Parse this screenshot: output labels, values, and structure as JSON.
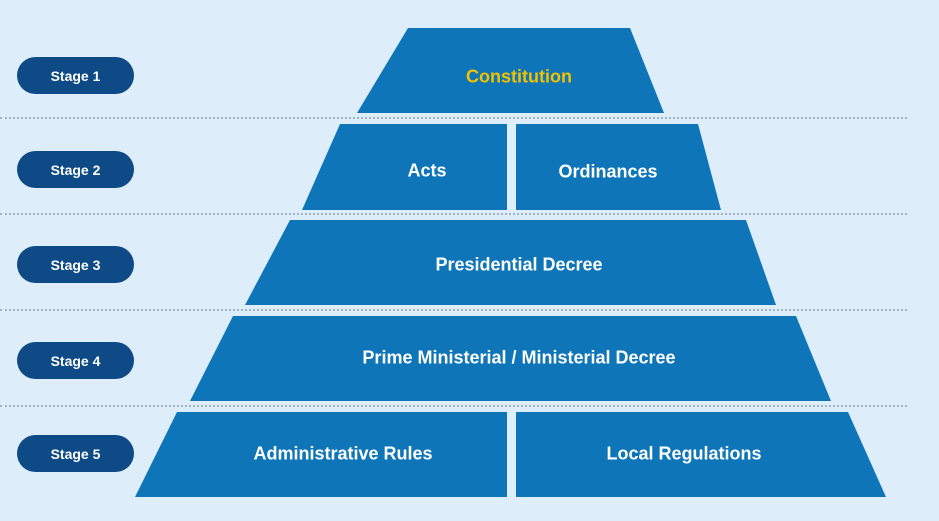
{
  "colors": {
    "background": "#ddeefa",
    "segment_fill": "#0e76b8",
    "stage_pill": "#0e4b86",
    "top_label": "#f2c100",
    "label": "#ffffff",
    "divider": "#9fb3c2"
  },
  "stages": [
    {
      "label": "Stage 1",
      "segments": [
        "Constitution"
      ]
    },
    {
      "label": "Stage 2",
      "segments": [
        "Acts",
        "Ordinances"
      ]
    },
    {
      "label": "Stage 3",
      "segments": [
        "Presidential Decree"
      ]
    },
    {
      "label": "Stage 4",
      "segments": [
        "Prime Ministerial / Ministerial Decree"
      ]
    },
    {
      "label": "Stage 5",
      "segments": [
        "Administrative Rules",
        "Local Regulations"
      ]
    }
  ]
}
